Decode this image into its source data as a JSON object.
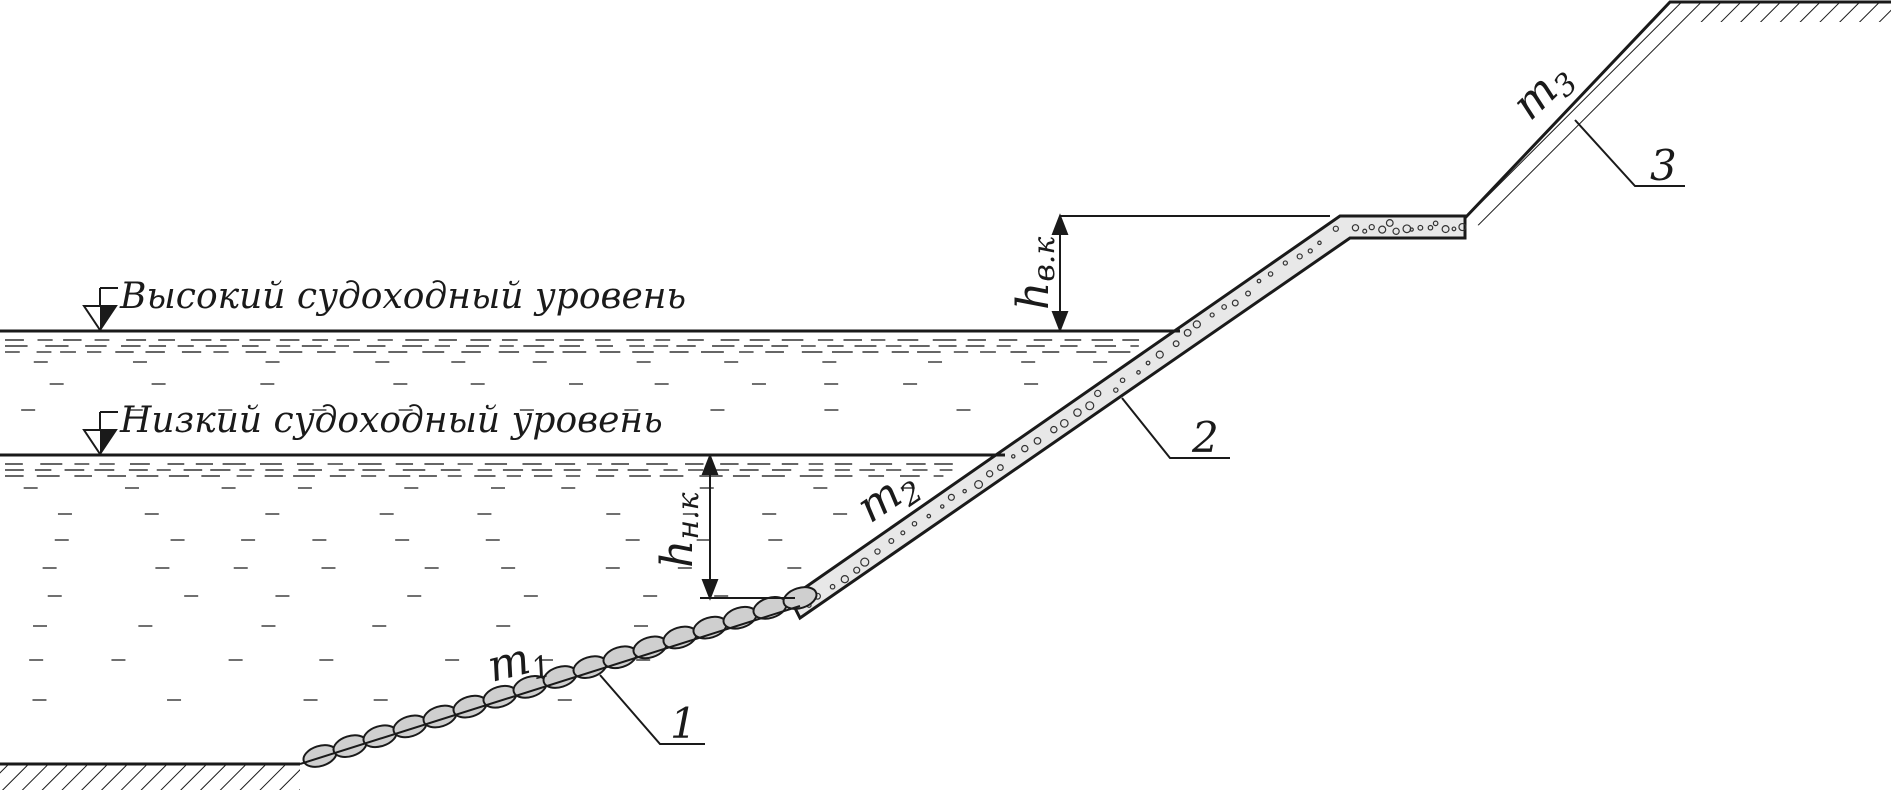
{
  "labels": {
    "high_level": "Высокий судоходный уровень",
    "low_level": "Низкий судоходный уровень",
    "h_upper": {
      "main": "h",
      "sub": "в.к"
    },
    "h_lower": {
      "main": "h",
      "sub": "н.к"
    },
    "slope_1": {
      "main": "m",
      "sub": "1"
    },
    "slope_2": {
      "main": "m",
      "sub": "2"
    },
    "slope_3": {
      "main": "m",
      "sub": "3"
    },
    "callout_1": "1",
    "callout_2": "2",
    "callout_3": "3"
  },
  "colors": {
    "line": "#1a1a1a",
    "fill_concrete": "#e8e8e8",
    "fill_stone": "#cfcfcf"
  }
}
